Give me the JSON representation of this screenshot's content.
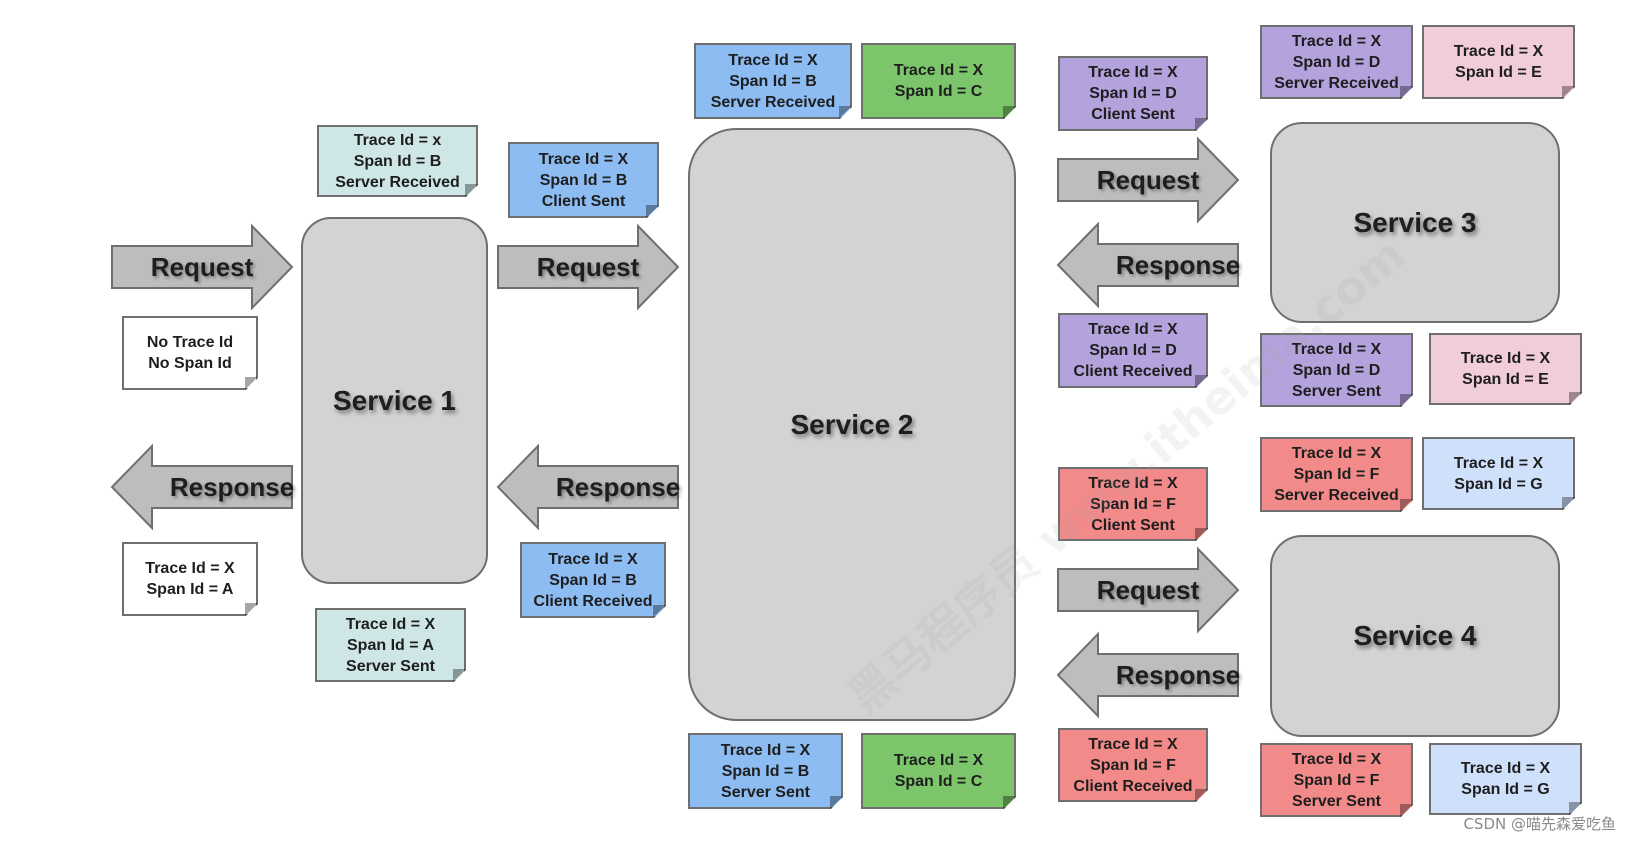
{
  "services": {
    "s1": "Service 1",
    "s2": "Service 2",
    "s3": "Service 3",
    "s4": "Service 4"
  },
  "arrows": {
    "request": "Request",
    "response": "Response"
  },
  "notes": {
    "n_client_in": [
      "No Trace Id",
      "No Span Id"
    ],
    "n_client_out": [
      "Trace Id = X",
      "Span Id = A"
    ],
    "n_s1_sr": [
      "Trace Id = x",
      "Span Id = B",
      "Server Received"
    ],
    "n_s1_ss": [
      "Trace Id = X",
      "Span Id = A",
      "Server Sent"
    ],
    "n_s12_cs": [
      "Trace Id = X",
      "Span Id = B",
      "Client Sent"
    ],
    "n_s12_cr": [
      "Trace Id = X",
      "Span Id = B",
      "Client Received"
    ],
    "n_s2_sr": [
      "Trace Id = X",
      "Span Id = B",
      "Server Received"
    ],
    "n_s2_c_top": [
      "Trace Id = X",
      "Span Id = C"
    ],
    "n_s2_ss": [
      "Trace Id = X",
      "Span Id = B",
      "Server Sent"
    ],
    "n_s2_c_bot": [
      "Trace Id = X",
      "Span Id = C"
    ],
    "n_s23_cs": [
      "Trace Id = X",
      "Span Id = D",
      "Client Sent"
    ],
    "n_s23_cr": [
      "Trace Id = X",
      "Span Id = D",
      "Client Received"
    ],
    "n_s3_sr": [
      "Trace Id = X",
      "Span Id = D",
      "Server Received"
    ],
    "n_s3_e_top": [
      "Trace Id = X",
      "Span Id = E"
    ],
    "n_s3_ss": [
      "Trace Id = X",
      "Span Id = D",
      "Server Sent"
    ],
    "n_s3_e_bot": [
      "Trace Id = X",
      "Span Id = E"
    ],
    "n_s24_cs": [
      "Trace Id = X",
      "Span Id = F",
      "Client Sent"
    ],
    "n_s24_cr": [
      "Trace Id = X",
      "Span Id = F",
      "Client Received"
    ],
    "n_s4_sr": [
      "Trace Id = X",
      "Span Id = F",
      "Server Received"
    ],
    "n_s4_g_top": [
      "Trace Id = X",
      "Span Id = G"
    ],
    "n_s4_ss": [
      "Trace Id = X",
      "Span Id = F",
      "Server Sent"
    ],
    "n_s4_g_bot": [
      "Trace Id = X",
      "Span Id = G"
    ]
  },
  "colors": {
    "service": "#d3d3d3",
    "arrow": "#bdbdbd",
    "white": "#ffffff",
    "teal": "#cfe6e6",
    "blue": "#8cbcf2",
    "green": "#7cc56a",
    "purple": "#b4a2dc",
    "pink": "#f1cdd9",
    "red": "#f28a8a",
    "light_blue": "#cfe0fb"
  },
  "watermark": "黑马程序员 www.itheima.com",
  "credit": "CSDN @喵先森爱吃鱼"
}
